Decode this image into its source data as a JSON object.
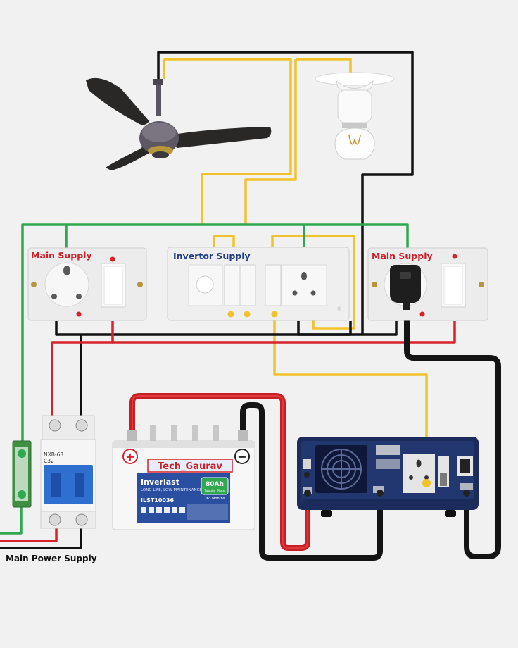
{
  "labels": {
    "main_supply_left": "Main Supply",
    "inverter_supply": "Invertor Supply",
    "main_supply_right": "Main Supply",
    "main_power_supply": "Main Power Supply"
  },
  "battery": {
    "brand_tag": "Tech_Gaurav",
    "product": "Inverlast",
    "tagline": "LONG LIFE, LOW MAINTENANCE",
    "model": "ILST10036",
    "capacity": "80Ah",
    "capacity_sub": "Tubular Plate",
    "warranty": "36* Months",
    "positive": "+",
    "negative": "−"
  },
  "breaker": {
    "model": "NXB-63",
    "rating": "C32"
  },
  "colors": {
    "background": "#f1f1f1",
    "wire_yellow": "#f2c22c",
    "wire_green": "#2fa84f",
    "wire_red": "#d6222a",
    "wire_black": "#111111",
    "label_red": "#d11f26",
    "label_blue": "#1f3f8a",
    "inverter_body": "#1b2b5c",
    "breaker_blue": "#2f6fd0",
    "battery_banner": "#2a4fa0"
  },
  "icons": [
    "ceiling-fan-icon",
    "bulb-holder-icon",
    "socket-icon",
    "switch-icon",
    "plug-icon",
    "fan-regulator-icon"
  ]
}
